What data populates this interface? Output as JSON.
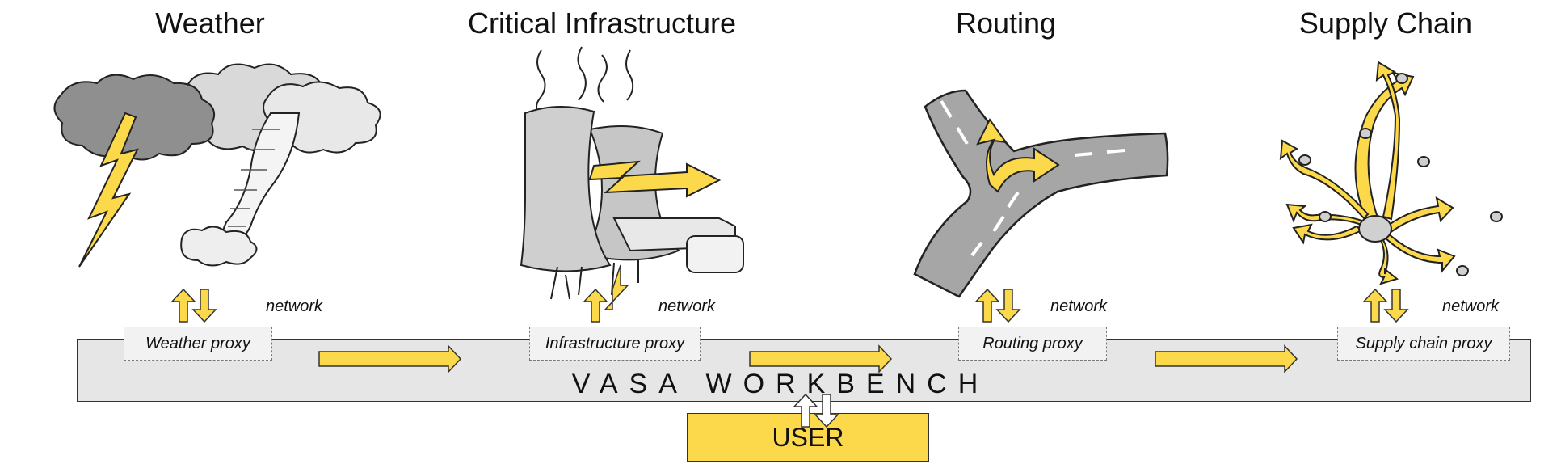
{
  "titles": {
    "weather": "Weather",
    "infrastructure": "Critical Infrastructure",
    "routing": "Routing",
    "supply_chain": "Supply Chain"
  },
  "proxies": {
    "weather": "Weather proxy",
    "infrastructure": "Infrastructure proxy",
    "routing": "Routing proxy",
    "supply_chain": "Supply chain proxy"
  },
  "network_label": "network",
  "workbench_label": "VASA WORKBENCH",
  "user_label": "USER",
  "colors": {
    "accent_yellow": "#fcd94a",
    "bench_gray": "#e6e6e6",
    "cloud_dark": "#8f8f8f",
    "cloud_light": "#d9d9d9",
    "road_gray": "#a6a6a6"
  },
  "icons": [
    "storm-cloud-icon",
    "lightning-icon",
    "tornado-icon",
    "cooling-tower-icon",
    "power-plant-icon",
    "road-fork-icon",
    "supply-network-icon"
  ]
}
